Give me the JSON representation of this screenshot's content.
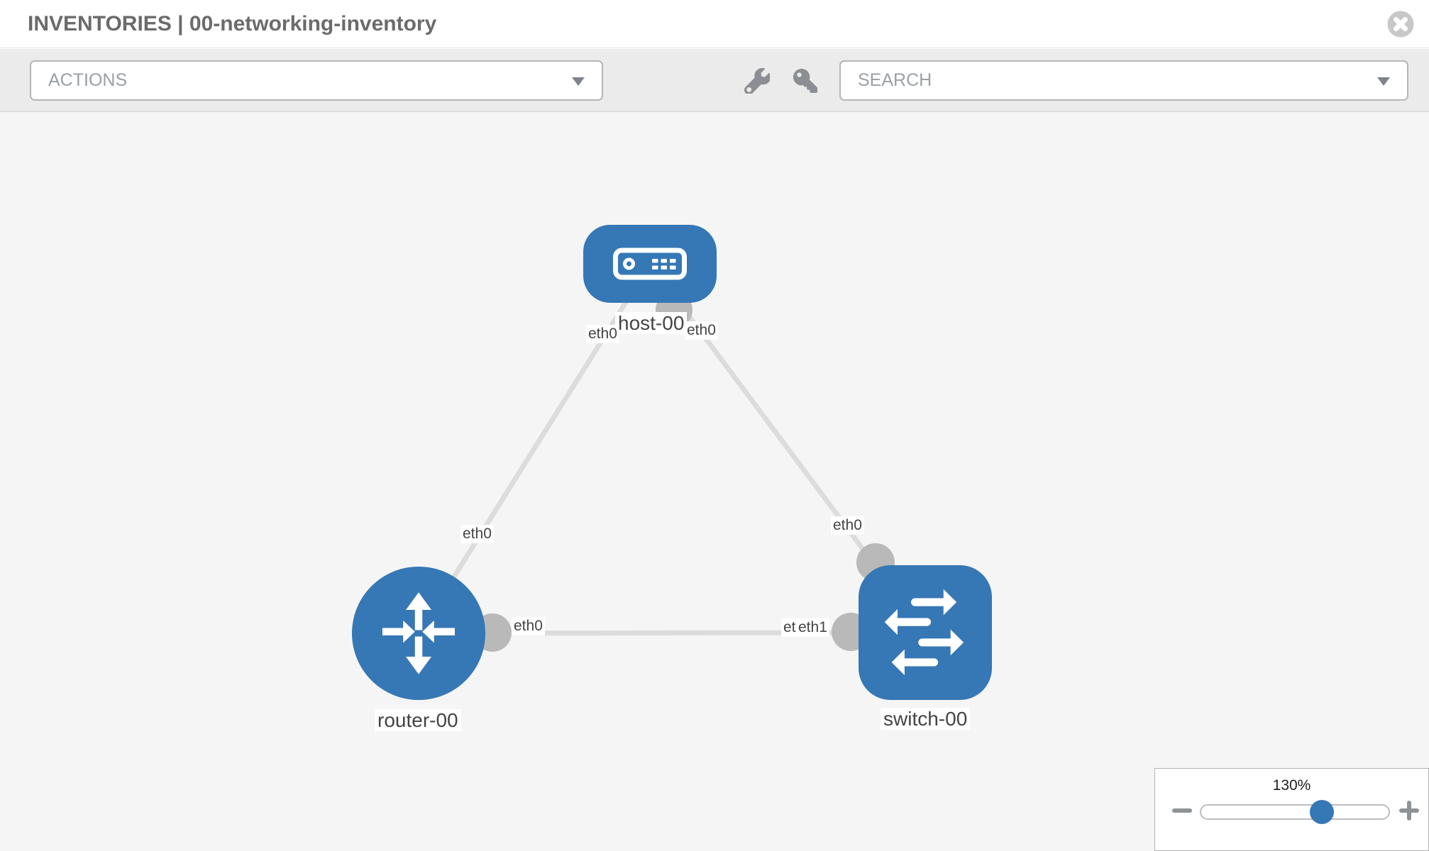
{
  "header": {
    "title": "INVENTORIES | 00-networking-inventory"
  },
  "toolbar": {
    "actions_label": "ACTIONS",
    "search_label": "SEARCH",
    "icons": [
      "wrench-icon",
      "key-icon"
    ]
  },
  "topology": {
    "nodes": [
      {
        "id": "host-00",
        "type": "host",
        "label": "host-00"
      },
      {
        "id": "router-00",
        "type": "router",
        "label": "router-00"
      },
      {
        "id": "switch-00",
        "type": "switch",
        "label": "switch-00"
      }
    ],
    "links": [
      {
        "source": "host-00",
        "target": "router-00",
        "source_interface": "eth0",
        "target_interface": "eth0"
      },
      {
        "source": "host-00",
        "target": "switch-00",
        "source_interface": "eth0",
        "target_interface": "eth0"
      },
      {
        "source": "router-00",
        "target": "switch-00",
        "source_interface": "eth0",
        "target_interface": "eth1"
      }
    ],
    "interface_labels": [
      {
        "text": "eth0",
        "position": "host-bottom-left"
      },
      {
        "text": "eth0",
        "position": "host-bottom-right"
      },
      {
        "text": "eth0",
        "position": "router-top"
      },
      {
        "text": "eth0",
        "position": "switch-top"
      },
      {
        "text": "eth0",
        "position": "link-mid-near-router"
      },
      {
        "text": "eth0",
        "position": "link-mid-near-switch-behind"
      },
      {
        "text": "eth1",
        "position": "link-mid-near-switch-front"
      }
    ]
  },
  "zoom_control": {
    "value": "130%",
    "percent": 130
  },
  "colors": {
    "node_blue": "#3677b5",
    "link_gray": "#dcdcdc",
    "connector_gray": "#b9b9b9",
    "toolbar_bg": "#ebebeb",
    "canvas_bg": "#f5f5f6"
  }
}
